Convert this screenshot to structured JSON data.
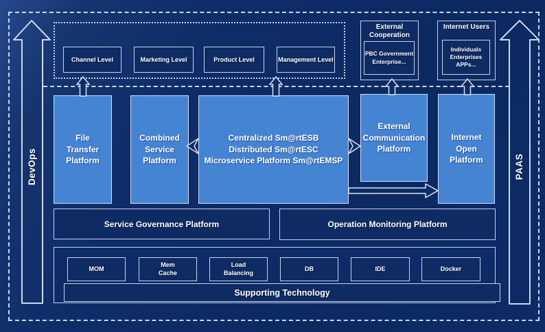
{
  "colors": {
    "background": "#0d2b66",
    "platform_blue": "#4583d3",
    "border_light": "#c9d7ee"
  },
  "rails": {
    "devops": "DevOps",
    "paas": "PAAS"
  },
  "consumer_levels": {
    "items": [
      {
        "label": "Channel Level"
      },
      {
        "label": "Marketing Level"
      },
      {
        "label": "Product Level"
      },
      {
        "label": "Management Level"
      }
    ]
  },
  "external_cooperation": {
    "title": "External Cooperation",
    "members": "PBC Government\nEnterprise..."
  },
  "internet_users": {
    "title": "Internet Users",
    "members": "Individuals\nEnterprises\nAPPs..."
  },
  "platforms": {
    "file_transfer": "File\nTransfer\nPlatform",
    "combined_service": "Combined\nService\nPlatform",
    "esb": "Centralized Sm@rtESB\nDistributed Sm@rtESC\nMicroservice Platform Sm@rtEMSP",
    "external_communication": "External\nCommunication\nPlatform",
    "internet_open": "Internet\nOpen\nPlatform"
  },
  "governance": {
    "service": "Service Governance Platform",
    "monitoring": "Operation Monitoring Platform"
  },
  "supporting": {
    "bar": "Supporting Technology",
    "items": [
      {
        "label": "MOM"
      },
      {
        "label": "Mem\nCache"
      },
      {
        "label": "Load\nBalancing"
      },
      {
        "label": "DB"
      },
      {
        "label": "IDE"
      },
      {
        "label": "Docker"
      }
    ]
  }
}
